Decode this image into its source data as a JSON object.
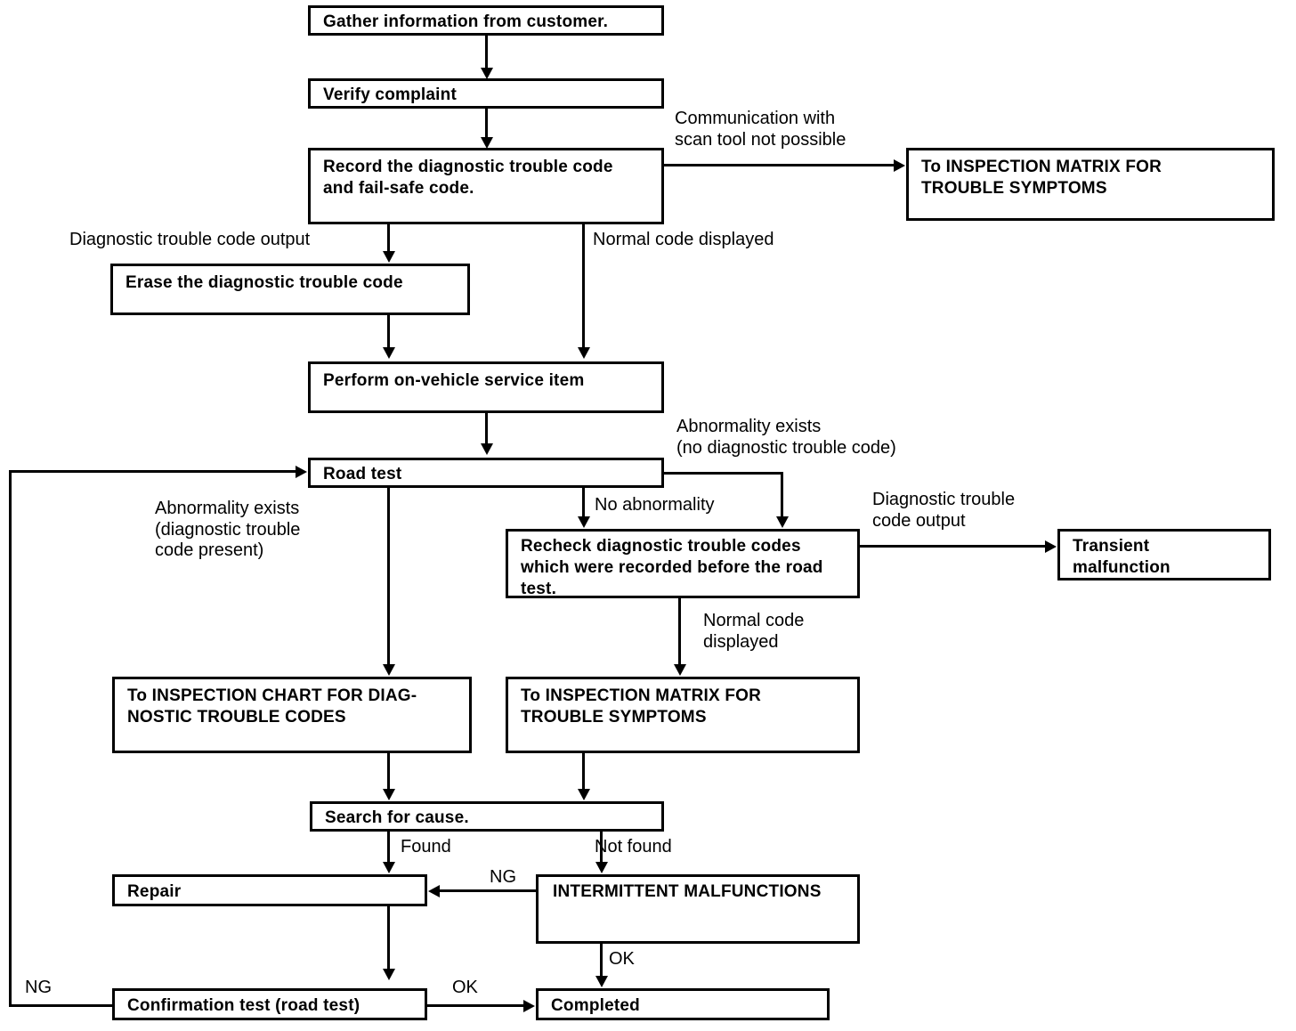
{
  "diagram": {
    "title": "Diagnostic troubleshooting flowchart",
    "colors": {
      "line": "#000000",
      "box_fill": "#ffffff",
      "text": "#000000"
    },
    "nodes": {
      "gather": "Gather information from customer.",
      "verify": "Verify  complaint",
      "record": "Record the diagnostic trouble code\nand    fail-safe    code.",
      "to_matrix_top": "To   INSPECTION   MATRIX   FOR\nTROUBLE  SYMPTOMS",
      "erase": "Erase  the  diagnostic  trouble  code",
      "perform": "Perform  on-vehicle  service  item",
      "road_test": "Road  test",
      "recheck": "Recheck  diagnostic  trouble  codes\nwhich were recorded before the road\ntest.",
      "transient": "Transient\nmalfunction",
      "to_chart_dtc": "To INSPECTION CHART FOR DIAG-\nNOSTIC TROUBLE CODES",
      "to_matrix_bottom": "To  INSPECTION   MATRIX   FOR\nTROUBLE  SYMPTOMS",
      "search": "Search  for  cause.",
      "repair": "Repair",
      "intermittent": "INTERMITTENT MALFUNCTIONS",
      "confirmation": "Confirmation test (road test)",
      "completed": "Completed"
    },
    "edge_labels": {
      "comm_scan": "Communication    with\nscan tool not possible",
      "dtc_output_top": "Diagnostic trouble code output",
      "normal_code_top": "Normal code displayed",
      "abnormality_no_dtc": "Abnormality exists\n(no diagnostic trouble code)",
      "abnormality_dtc_present": "Abnormality exists\n(diagnostic trouble\ncode present)",
      "no_abnormality": "No abnormality",
      "dtc_output_mid": "Diagnostic trouble\ncode output",
      "normal_code_mid": "Normal    code\ndisplayed",
      "found": "Found",
      "not_found": "Not found",
      "ng_repair": "NG",
      "ok_intermittent": "OK",
      "ok_confirmation": "OK",
      "ng_loop": "NG"
    }
  }
}
